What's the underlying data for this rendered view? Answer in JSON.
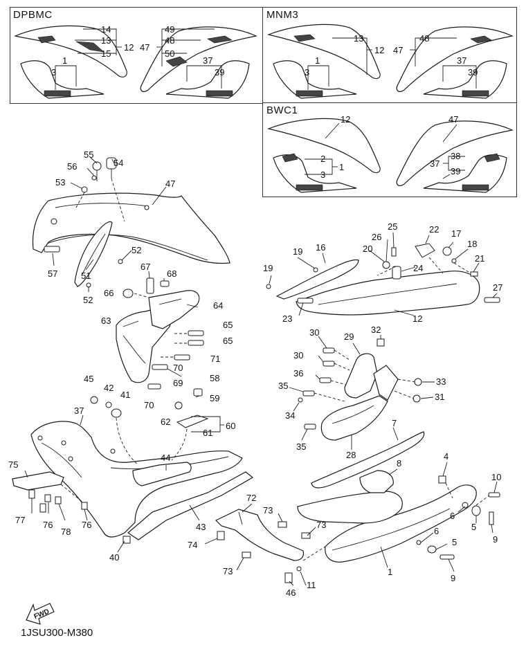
{
  "diagram_code": "1JSU300-M380",
  "fwd_label": "FWD",
  "insets": {
    "dpbmc": {
      "label": "DPBMC",
      "left_numbers": [
        "14",
        "13",
        "15",
        "12",
        "1",
        "3"
      ],
      "right_numbers": [
        "49",
        "48",
        "50",
        "47",
        "37",
        "39"
      ]
    },
    "mnm3": {
      "label": "MNM3",
      "left_numbers": [
        "13",
        "12",
        "1",
        "3"
      ],
      "right_numbers": [
        "48",
        "47",
        "37",
        "39"
      ]
    },
    "bwc1": {
      "label": "BWC1",
      "left_numbers": [
        "12",
        "2",
        "1",
        "3"
      ],
      "right_numbers": [
        "47",
        "38",
        "37",
        "39"
      ]
    }
  },
  "callouts": [
    {
      "id": "c55",
      "text": "55"
    },
    {
      "id": "c56",
      "text": "56"
    },
    {
      "id": "c54",
      "text": "54"
    },
    {
      "id": "c53",
      "text": "53"
    },
    {
      "id": "c47",
      "text": "47"
    },
    {
      "id": "c52a",
      "text": "52"
    },
    {
      "id": "c57",
      "text": "57"
    },
    {
      "id": "c51",
      "text": "51"
    },
    {
      "id": "c52b",
      "text": "52"
    },
    {
      "id": "c67",
      "text": "67"
    },
    {
      "id": "c68",
      "text": "68"
    },
    {
      "id": "c66",
      "text": "66"
    },
    {
      "id": "c64",
      "text": "64"
    },
    {
      "id": "c63",
      "text": "63"
    },
    {
      "id": "c65a",
      "text": "65"
    },
    {
      "id": "c65b",
      "text": "65"
    },
    {
      "id": "c71",
      "text": "71"
    },
    {
      "id": "c70a",
      "text": "70"
    },
    {
      "id": "c69",
      "text": "69"
    },
    {
      "id": "c70b",
      "text": "70"
    },
    {
      "id": "c45",
      "text": "45"
    },
    {
      "id": "c42",
      "text": "42"
    },
    {
      "id": "c41",
      "text": "41"
    },
    {
      "id": "c58",
      "text": "58"
    },
    {
      "id": "c59",
      "text": "59"
    },
    {
      "id": "c62",
      "text": "62"
    },
    {
      "id": "c60",
      "text": "60"
    },
    {
      "id": "c61",
      "text": "61"
    },
    {
      "id": "c37",
      "text": "37"
    },
    {
      "id": "c44",
      "text": "44"
    },
    {
      "id": "c75",
      "text": "75"
    },
    {
      "id": "c77",
      "text": "77"
    },
    {
      "id": "c76a",
      "text": "76"
    },
    {
      "id": "c78",
      "text": "78"
    },
    {
      "id": "c76b",
      "text": "76"
    },
    {
      "id": "c43",
      "text": "43"
    },
    {
      "id": "c40",
      "text": "40"
    },
    {
      "id": "c72",
      "text": "72"
    },
    {
      "id": "c73a",
      "text": "73"
    },
    {
      "id": "c73b",
      "text": "73"
    },
    {
      "id": "c74",
      "text": "74"
    },
    {
      "id": "c73c",
      "text": "73"
    },
    {
      "id": "c46",
      "text": "46"
    },
    {
      "id": "c11",
      "text": "11"
    },
    {
      "id": "c1",
      "text": "1"
    },
    {
      "id": "c19a",
      "text": "19"
    },
    {
      "id": "c16",
      "text": "16"
    },
    {
      "id": "c19b",
      "text": "19"
    },
    {
      "id": "c26",
      "text": "26"
    },
    {
      "id": "c25",
      "text": "25"
    },
    {
      "id": "c22",
      "text": "22"
    },
    {
      "id": "c17",
      "text": "17"
    },
    {
      "id": "c18",
      "text": "18"
    },
    {
      "id": "c20",
      "text": "20"
    },
    {
      "id": "c24",
      "text": "24"
    },
    {
      "id": "c21",
      "text": "21"
    },
    {
      "id": "c27",
      "text": "27"
    },
    {
      "id": "c23",
      "text": "23"
    },
    {
      "id": "c12",
      "text": "12"
    },
    {
      "id": "c30a",
      "text": "30"
    },
    {
      "id": "c29",
      "text": "29"
    },
    {
      "id": "c32",
      "text": "32"
    },
    {
      "id": "c30b",
      "text": "30"
    },
    {
      "id": "c36",
      "text": "36"
    },
    {
      "id": "c33",
      "text": "33"
    },
    {
      "id": "c35a",
      "text": "35"
    },
    {
      "id": "c31",
      "text": "31"
    },
    {
      "id": "c34",
      "text": "34"
    },
    {
      "id": "c35b",
      "text": "35"
    },
    {
      "id": "c7",
      "text": "7"
    },
    {
      "id": "c28",
      "text": "28"
    },
    {
      "id": "c8",
      "text": "8"
    },
    {
      "id": "c4",
      "text": "4"
    },
    {
      "id": "c10",
      "text": "10"
    },
    {
      "id": "c6a",
      "text": "6"
    },
    {
      "id": "c5a",
      "text": "5"
    },
    {
      "id": "c9a",
      "text": "9"
    },
    {
      "id": "c6b",
      "text": "6"
    },
    {
      "id": "c5b",
      "text": "5"
    },
    {
      "id": "c9b",
      "text": "9"
    }
  ]
}
